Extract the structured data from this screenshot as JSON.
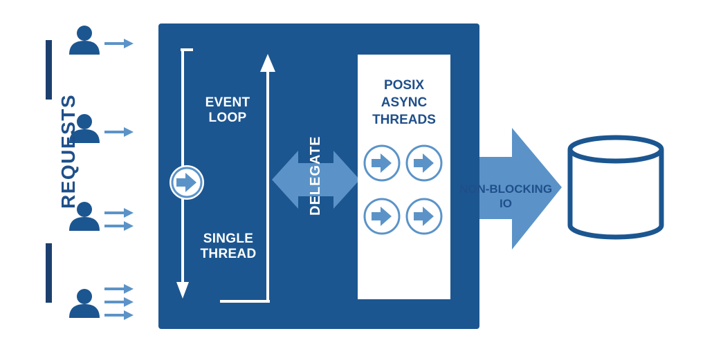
{
  "labels": {
    "requests": "REQUESTS",
    "event_loop": [
      "EVENT",
      "LOOP"
    ],
    "single_thread": [
      "SINGLE",
      "THREAD"
    ],
    "delegate": "DELEGATE",
    "posix_async_threads": [
      "POSIX",
      "ASYNC",
      "THREADS"
    ],
    "non_blocking_io": [
      "NON-BLOCKING",
      "IO"
    ]
  },
  "requesters": [
    {
      "arrows": 1
    },
    {
      "arrows": 1
    },
    {
      "arrows": 2
    },
    {
      "arrows": 3
    }
  ],
  "thread_icons": 4,
  "colors": {
    "dark_blue": "#1c5690",
    "light_blue": "#5b93c8",
    "white": "#ffffff",
    "text_dark": "#1f4f8a"
  },
  "icons": [
    "user-icon",
    "right-arrow-icon",
    "circle-arrow-icon",
    "double-arrow-icon",
    "database-icon"
  ]
}
